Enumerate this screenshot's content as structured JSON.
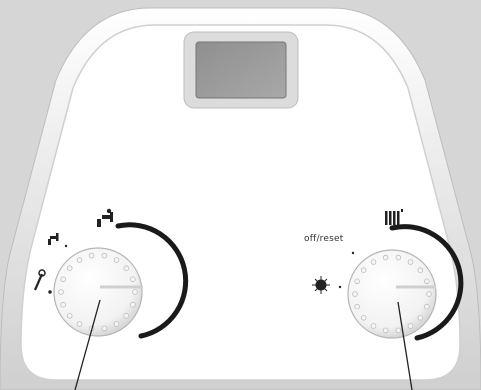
{
  "control_panel": {
    "display": {
      "icon": "lcd-display-window"
    },
    "dhw_dial": {
      "icon": "hot-water-dial",
      "symbols": [
        "hot-tap-icon",
        "tap-icon",
        "service-wrench-icon"
      ]
    },
    "ch_dial": {
      "icon": "heating-dial",
      "off_reset_label": "off/reset",
      "symbols": [
        "radiator-icon",
        "winter-sun-icon"
      ]
    }
  },
  "colors": {
    "background": "#d9d9d9",
    "panel": "#ffffff",
    "bezel": "#e8e8e8",
    "display": "#9a9a9a",
    "dial_arc": "#1a1a1a"
  }
}
